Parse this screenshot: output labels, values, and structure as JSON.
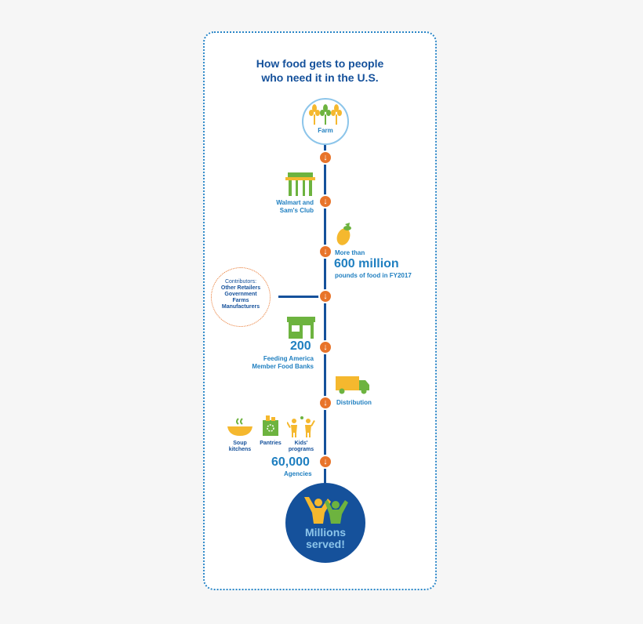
{
  "title": {
    "line1": "How food gets to people",
    "line2": "who need it in the U.S."
  },
  "farm": {
    "label": "Farm"
  },
  "walmart": {
    "line1": "Walmart and",
    "line2": "Sam's Club"
  },
  "food": {
    "prefix": "More than",
    "amount": "600 million",
    "suffix": "pounds of food in FY2017"
  },
  "contributors": {
    "heading": "Contributors:",
    "items": [
      "Other Retailers",
      "Government",
      "Farms",
      "Manufacturers"
    ]
  },
  "foodbanks": {
    "count": "200",
    "line1": "Feeding America",
    "line2": "Member Food Banks"
  },
  "distribution": {
    "label": "Distribution"
  },
  "programs": {
    "soup": {
      "line1": "Soup",
      "line2": "kitchens"
    },
    "pantries": "Pantries",
    "kids": {
      "line1": "Kids'",
      "line2": "programs"
    }
  },
  "agencies": {
    "count": "60,000",
    "label": "Agencies"
  },
  "served": {
    "line1": "Millions",
    "line2": "served!"
  },
  "colors": {
    "navy": "#15519b",
    "blue": "#1f7fc0",
    "orange": "#e8742a",
    "green": "#6db33f",
    "yellow": "#f5b82e"
  },
  "icons": [
    "wheat-icon",
    "arrow-down-icon",
    "store-icon",
    "eggplant-icon",
    "food-bank-icon",
    "truck-icon",
    "soup-bowl-icon",
    "pantry-bag-icon",
    "kids-icon",
    "people-cheering-icon"
  ]
}
